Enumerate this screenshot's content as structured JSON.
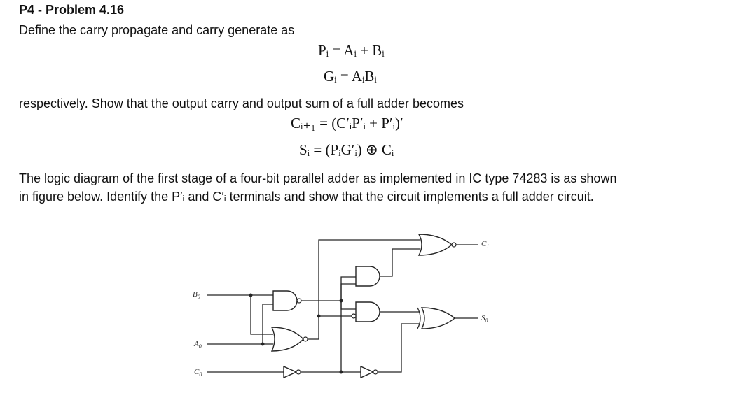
{
  "heading": "P4 - Problem 4.16",
  "intro": "Define the carry propagate and carry generate as",
  "eq_p": "Pᵢ = Aᵢ + Bᵢ",
  "eq_g": "Gᵢ = AᵢBᵢ",
  "respectively": "respectively. Show that the output carry and output sum of a full adder becomes",
  "eq_c": "Cᵢ₊₁ = (C′ᵢP′ᵢ + P′ᵢ)′",
  "eq_s": "Sᵢ = (PᵢG′ᵢ) ⊕ Cᵢ",
  "logic_line1": "The logic diagram of the first stage of a four-bit parallel adder as implemented in IC type 74283 is as shown",
  "logic_line2": "in figure below. Identify the P′ᵢ and C′ᵢ terminals and show that the circuit implements a full adder circuit.",
  "diagram": {
    "labels": {
      "b0": "B",
      "a0": "A",
      "c0": "C",
      "c1": "C",
      "s0": "S"
    },
    "subscripts": {
      "b0": "0",
      "a0": "0",
      "c0": "0",
      "c1": "1",
      "s0": "0"
    }
  }
}
